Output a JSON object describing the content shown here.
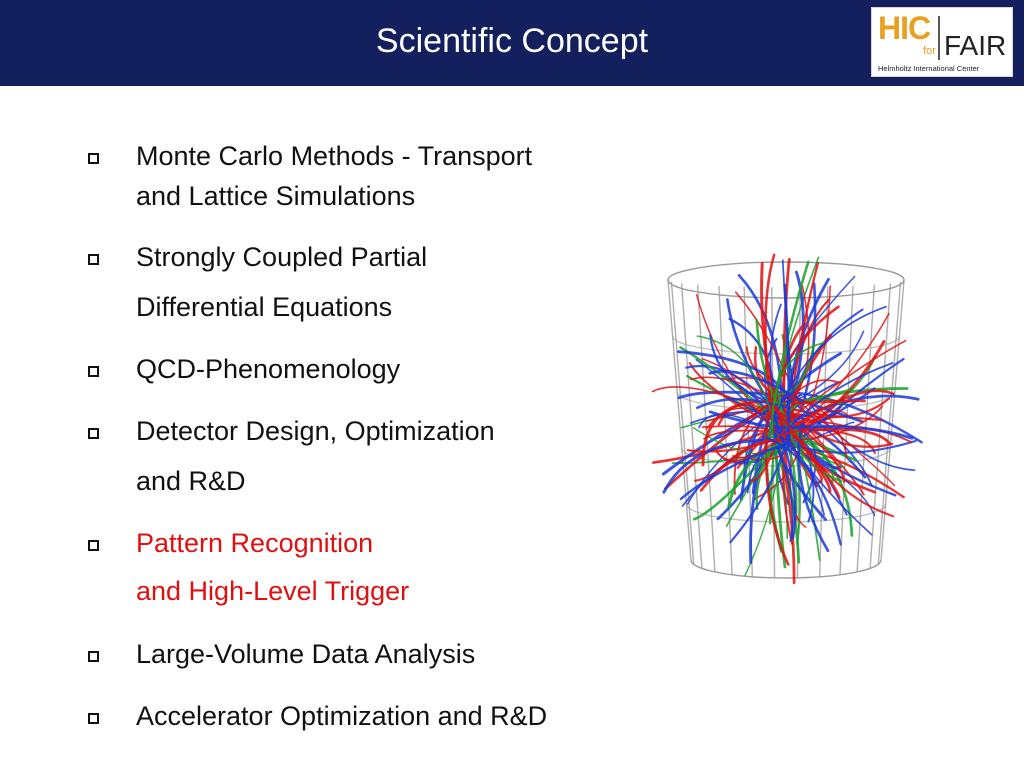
{
  "header": {
    "title": "Scientific Concept",
    "background": "#14205e"
  },
  "logo": {
    "hic": "HIC",
    "for": "for",
    "fair": "FAIR",
    "subtitle": "Helmholtz International Center"
  },
  "bullets": [
    {
      "lines": [
        "Monte Carlo Methods - Transport",
        "and Lattice Simulations"
      ],
      "highlight": false
    },
    {
      "lines": [
        "Strongly Coupled Partial",
        "Differential Equations"
      ],
      "highlight": false
    },
    {
      "lines": [
        "QCD-Phenomenology"
      ],
      "highlight": false
    },
    {
      "lines": [
        "Detector Design, Optimization",
        "and R&D"
      ],
      "highlight": false
    },
    {
      "lines": [
        "Pattern Recognition",
        "and High-Level Trigger"
      ],
      "highlight": true,
      "color": "#e01010"
    },
    {
      "lines": [
        "Large-Volume Data Analysis"
      ],
      "highlight": false
    },
    {
      "lines": [
        "Accelerator Optimization and R&D"
      ],
      "highlight": false
    }
  ],
  "figure": {
    "track_colors": [
      "#e01010",
      "#1a3ad8",
      "#1aa02a"
    ],
    "frame_color": "#9a9a9a"
  }
}
